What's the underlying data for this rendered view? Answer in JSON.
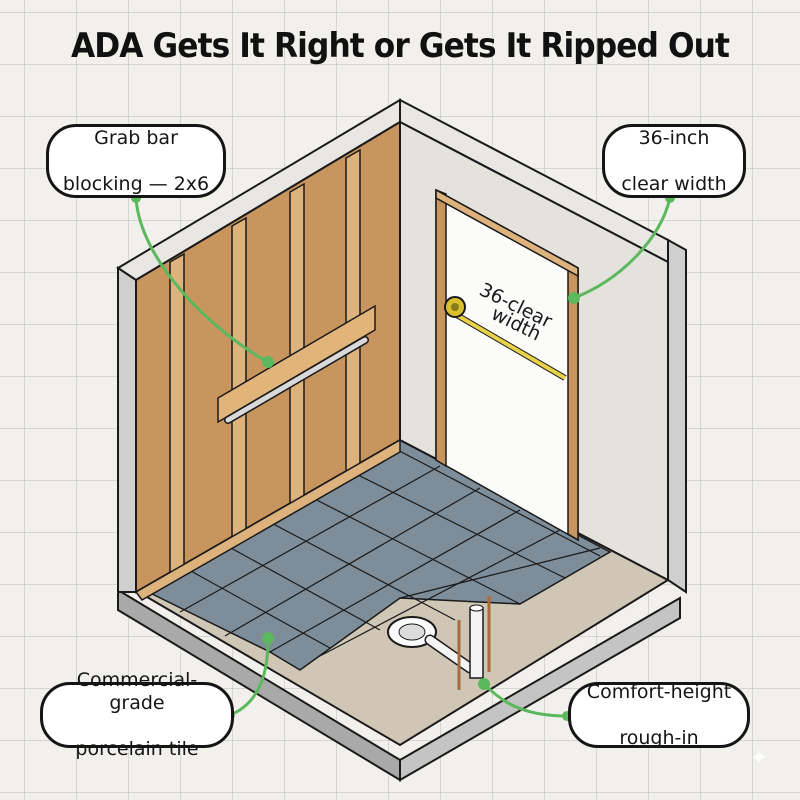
{
  "title": "ADA Gets It Right or Gets It Ripped Out",
  "callouts": [
    {
      "id": "grab-bar",
      "line1": "Grab bar",
      "line2": "blocking — 2x6"
    },
    {
      "id": "clear-width",
      "line1": "36-inch",
      "line2": "clear width"
    },
    {
      "id": "tile",
      "line1": "Commercial-grade",
      "line2": "porcelain tile"
    },
    {
      "id": "rough-in",
      "line1": "Comfort-height",
      "line2": "rough-in"
    }
  ],
  "door_label": {
    "line1": "36-clear",
    "line2": "width"
  },
  "colors": {
    "background": "#f1f0ec",
    "grid": "#d6d5d0",
    "wood": "#c9955e",
    "wood_dark": "#a97443",
    "wood_light": "#ddb27d",
    "drywall": "#e6e4df",
    "tile": "#7d8d99",
    "subfloor": "#cfc6b6",
    "slab": "#bdbdbd",
    "leader": "#5cb85c",
    "outline": "#1a1a1a"
  },
  "icons": {
    "watermark": "sparkle-icon",
    "tape": "tape-measure-icon",
    "toilet": "toilet-bowl-icon",
    "grab_bar": "grab-bar-icon"
  }
}
